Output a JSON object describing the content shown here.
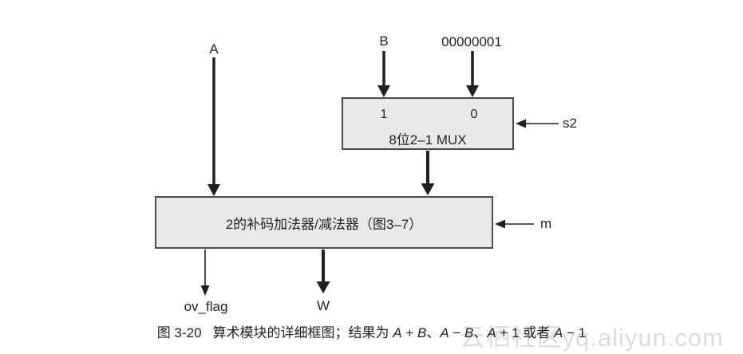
{
  "diagram": {
    "inputs": {
      "a_label": "A",
      "b_label": "B",
      "const_label": "00000001"
    },
    "mux": {
      "input1_label": "1",
      "input0_label": "0",
      "title": "8位2–1 MUX",
      "select_label": "s2"
    },
    "adder": {
      "title": "2的补码加法器/减法器（图3–7）",
      "mode_label": "m"
    },
    "outputs": {
      "ov_flag_label": "ov_flag",
      "w_label": "W"
    }
  },
  "caption": {
    "figure_label": "图 3-20",
    "segments": [
      {
        "text": "算术模块的详细框图；结果为 ",
        "italic": false
      },
      {
        "text": "A",
        "italic": true
      },
      {
        "text": " + ",
        "italic": false
      },
      {
        "text": "B",
        "italic": true
      },
      {
        "text": "、",
        "italic": false
      },
      {
        "text": "A",
        "italic": true
      },
      {
        "text": " − ",
        "italic": false
      },
      {
        "text": "B",
        "italic": true
      },
      {
        "text": "、",
        "italic": false
      },
      {
        "text": "A",
        "italic": true
      },
      {
        "text": " + 1 或者 ",
        "italic": false
      },
      {
        "text": "A",
        "italic": true
      },
      {
        "text": " − 1",
        "italic": false
      }
    ]
  },
  "watermark": {
    "text": "云栖社区yq.aliyun.com"
  },
  "colors": {
    "ink": "#231f20",
    "box_fill": "#e9e9e9",
    "box_border": "#4b4b4b",
    "watermark": "#dcdcdc"
  }
}
